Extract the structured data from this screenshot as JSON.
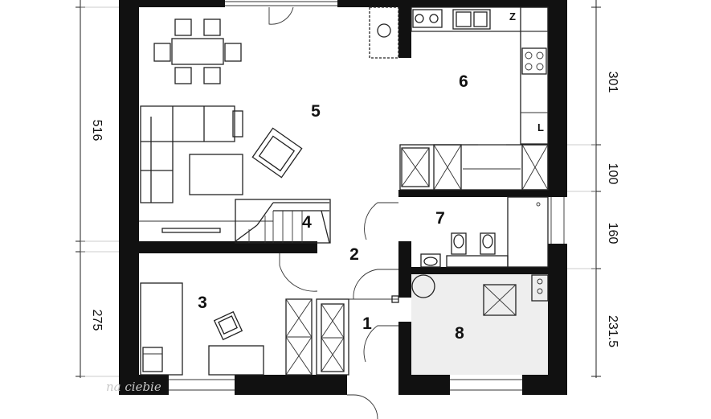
{
  "plan": {
    "rooms": [
      {
        "id": "room-1",
        "label": "1"
      },
      {
        "id": "room-2",
        "label": "2"
      },
      {
        "id": "room-3",
        "label": "3"
      },
      {
        "id": "room-4",
        "label": "4"
      },
      {
        "id": "room-5",
        "label": "5"
      },
      {
        "id": "room-6",
        "label": "6"
      },
      {
        "id": "room-7",
        "label": "7"
      },
      {
        "id": "room-8",
        "label": "8"
      }
    ],
    "dimensions_left": [
      "516",
      "275"
    ],
    "dimensions_right": [
      "301",
      "100",
      "160",
      "231.5"
    ],
    "appliance_marks": {
      "fridge": "Z",
      "dishwasher": "L"
    },
    "watermark": "na ciebie",
    "colors": {
      "wall": "#111111",
      "utility_floor": "#eeeeee",
      "background": "#ffffff"
    }
  }
}
